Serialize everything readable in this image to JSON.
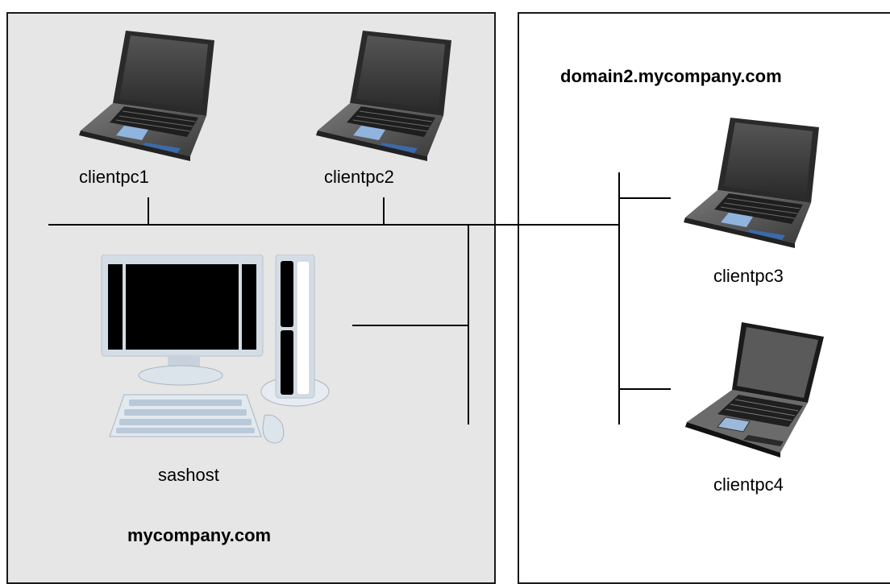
{
  "domains": {
    "primary": {
      "name": "mycompany.com"
    },
    "secondary": {
      "name": "domain2.mycompany.com"
    }
  },
  "devices": {
    "clientpc1": {
      "label": "clientpc1",
      "type": "laptop-icon"
    },
    "clientpc2": {
      "label": "clientpc2",
      "type": "laptop-icon"
    },
    "clientpc3": {
      "label": "clientpc3",
      "type": "laptop-icon"
    },
    "clientpc4": {
      "label": "clientpc4",
      "type": "laptop-open-icon"
    },
    "sashost": {
      "label": "sashost",
      "type": "desktop-computer-icon"
    }
  },
  "colors": {
    "domain1_fill": "#e6e6e6",
    "domain2_fill": "#ffffff",
    "line": "#000000"
  }
}
